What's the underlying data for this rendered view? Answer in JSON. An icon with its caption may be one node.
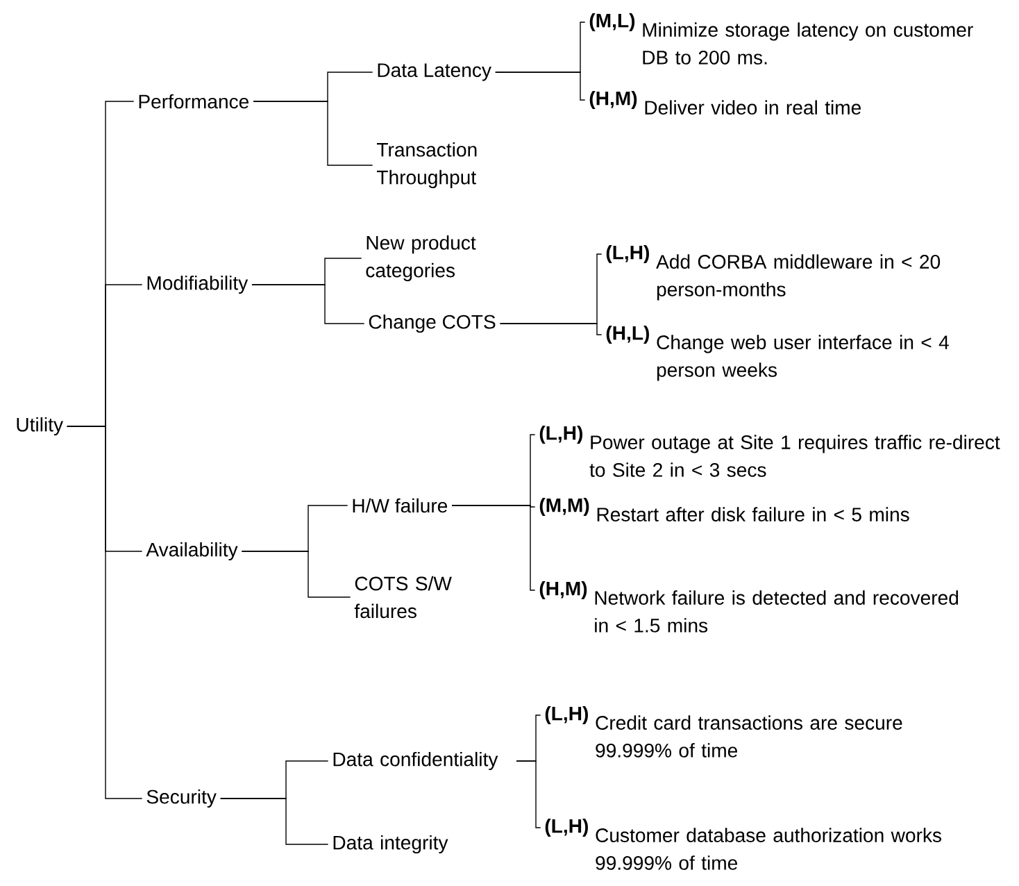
{
  "diagram": {
    "nodes": [
      {
        "text": [
          "Utility"
        ]
      },
      {
        "text": [
          "Performance"
        ]
      },
      {
        "text": [
          "Data Latency"
        ]
      },
      {
        "text": [
          "Transaction Throughput"
        ]
      },
      {
        "text": [
          "(M,L)",
          "Minimize storage latency on customer DB to 200 ms."
        ]
      },
      {
        "text": [
          "(H,M)",
          "Deliver video in real time"
        ]
      },
      {
        "text": [
          "Modifiability"
        ]
      },
      {
        "text": [
          "New product categories"
        ]
      },
      {
        "text": [
          "Change COTS"
        ]
      },
      {
        "text": [
          "(L,H)",
          "Add CORBA middleware in < 20 person-months"
        ]
      },
      {
        "text": [
          "(H,L)",
          "Change web user interface in < 4 person weeks"
        ]
      },
      {
        "text": [
          "Availability"
        ]
      },
      {
        "text": [
          "H/W failure"
        ]
      },
      {
        "text": [
          "COTS S/W failures"
        ]
      },
      {
        "text": [
          "(L,H)",
          "Power outage at Site 1 requires traffic re-direct to Site 2 in < 3 secs"
        ]
      },
      {
        "text": [
          "(M,M)",
          "Restart after disk failure in < 5 mins"
        ]
      },
      {
        "text": [
          "(H,M)",
          "Network failure is detected and recovered in < 1.5 mins"
        ]
      },
      {
        "text": [
          "Security"
        ]
      },
      {
        "text": [
          "Data confidentiality"
        ]
      },
      {
        "text": [
          "Data integrity"
        ]
      },
      {
        "text": [
          "(L,H)",
          "Credit card transactions are secure 99.999% of time"
        ]
      },
      {
        "text": [
          "(L,H)",
          "Customer database authorization works 99.999% of time"
        ]
      }
    ],
    "edges": [
      {
        "from": 0,
        "to": 1,
        "arrow": "none"
      },
      {
        "from": 0,
        "to": 6,
        "arrow": "none"
      },
      {
        "from": 0,
        "to": 11,
        "arrow": "none"
      },
      {
        "from": 0,
        "to": 17,
        "arrow": "none"
      },
      {
        "from": 1,
        "to": 2,
        "arrow": "none"
      },
      {
        "from": 1,
        "to": 3,
        "arrow": "none"
      },
      {
        "from": 2,
        "to": 4,
        "arrow": "none"
      },
      {
        "from": 2,
        "to": 5,
        "arrow": "none"
      },
      {
        "from": 6,
        "to": 7,
        "arrow": "none"
      },
      {
        "from": 6,
        "to": 8,
        "arrow": "none"
      },
      {
        "from": 8,
        "to": 9,
        "arrow": "none"
      },
      {
        "from": 8,
        "to": 10,
        "arrow": "none"
      },
      {
        "from": 11,
        "to": 12,
        "arrow": "none"
      },
      {
        "from": 11,
        "to": 13,
        "arrow": "none"
      },
      {
        "from": 12,
        "to": 14,
        "arrow": "none"
      },
      {
        "from": 12,
        "to": 15,
        "arrow": "none"
      },
      {
        "from": 12,
        "to": 16,
        "arrow": "none"
      },
      {
        "from": 17,
        "to": 18,
        "arrow": "none"
      },
      {
        "from": 17,
        "to": 19,
        "arrow": "none"
      },
      {
        "from": 18,
        "to": 20,
        "arrow": "none"
      },
      {
        "from": 18,
        "to": 21,
        "arrow": "none"
      }
    ]
  }
}
